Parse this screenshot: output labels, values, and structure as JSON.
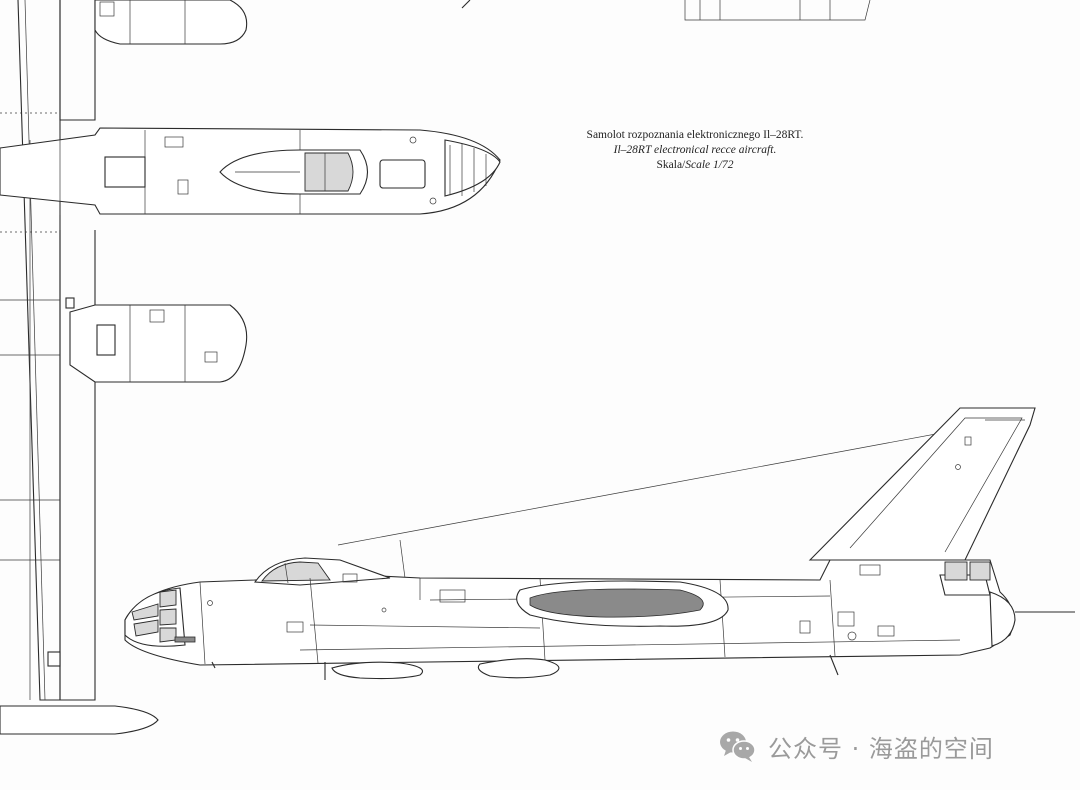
{
  "caption": {
    "line1": "Samolot rozpoznania elektronicznego Il–28RT.",
    "line2": "Il–28RT electronical recce aircraft.",
    "line3_prefix": "Skala/",
    "line3_italic": "Scale 1/72"
  },
  "watermark": {
    "text": "公众号 · 海盗的空间",
    "icon": "wechat-icon"
  },
  "colors": {
    "paper": "#fdfdfd",
    "line": "#2b2b2b",
    "glass": "#d8d8d8",
    "antenna_fairing": "#8a8a8a",
    "watermark": "#9a9a9a"
  }
}
